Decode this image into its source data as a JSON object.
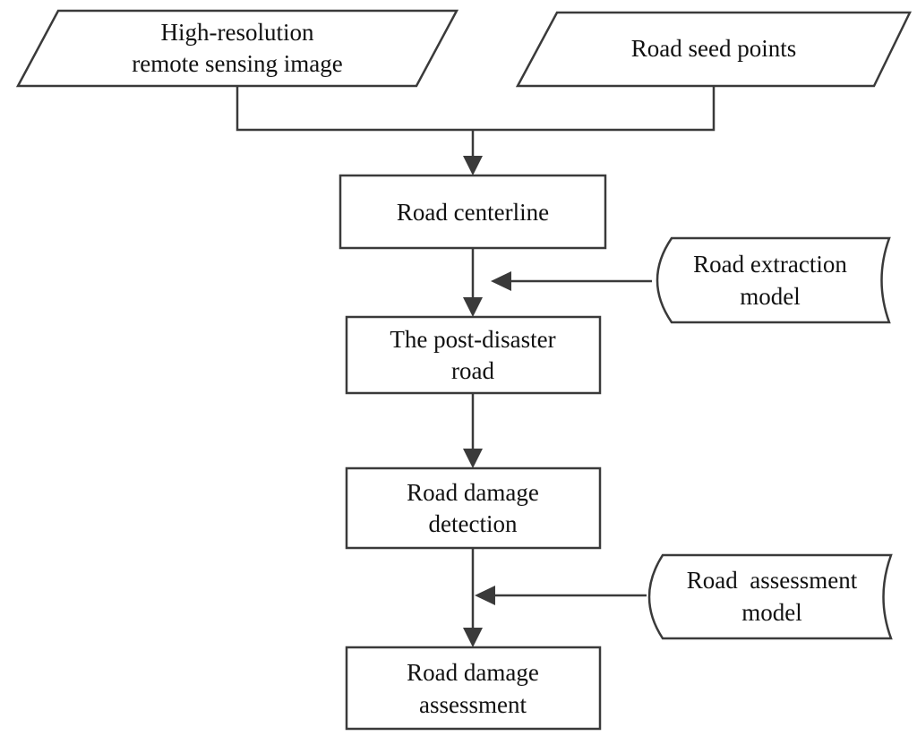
{
  "inputs": {
    "image": {
      "line1": "High-resolution",
      "line2": "remote sensing image"
    },
    "seeds": {
      "label": "Road seed points"
    }
  },
  "steps": {
    "centerline": {
      "label": "Road centerline"
    },
    "post_disaster": {
      "line1": "The post-disaster",
      "line2": "road"
    },
    "damage_detection": {
      "line1": "Road damage",
      "line2": "detection"
    },
    "damage_assessment": {
      "line1": "Road damage",
      "line2": "assessment"
    }
  },
  "models": {
    "extraction": {
      "line1": "Road extraction",
      "line2": "model"
    },
    "assessment": {
      "line1": "Road  assessment",
      "line2": "model"
    }
  },
  "colors": {
    "stroke": "#3a3a3a",
    "fill": "#ffffff",
    "text": "#111111"
  }
}
